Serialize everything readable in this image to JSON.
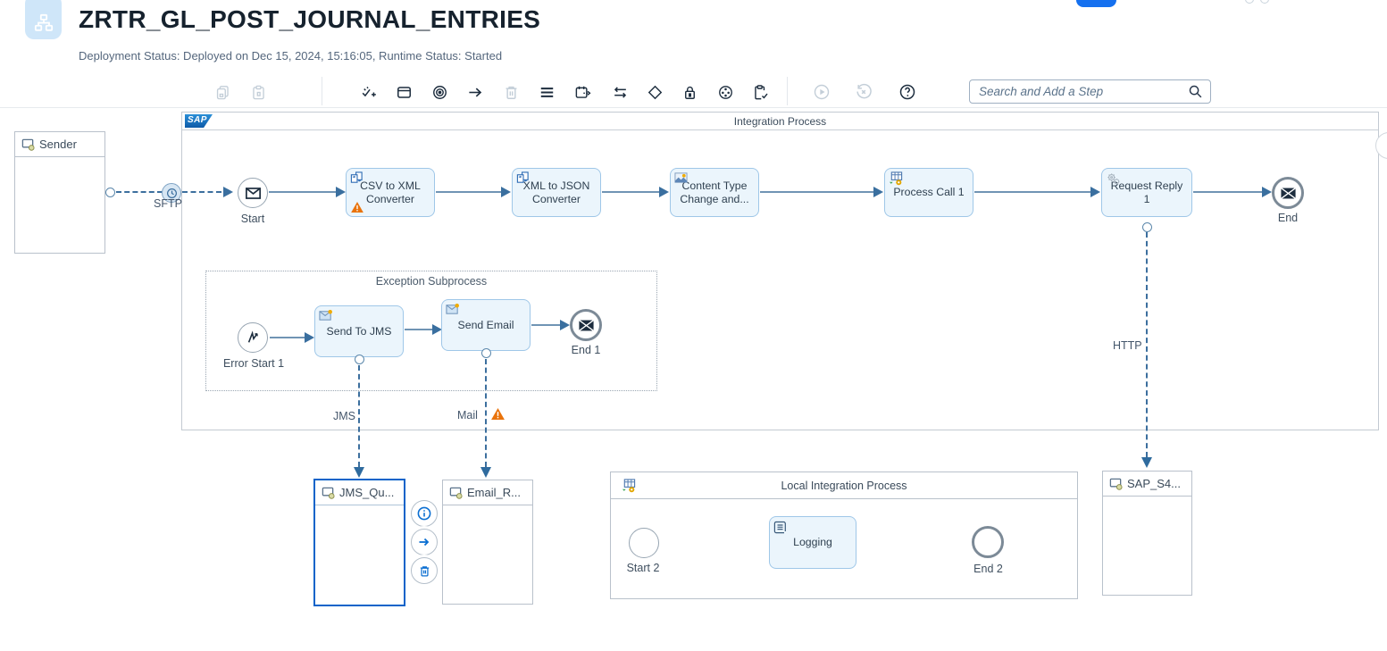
{
  "header": {
    "title": "ZRTR_GL_POST_JOURNAL_ENTRIES",
    "subtitle": "Deployment Status: Deployed on Dec 15, 2024, 15:16:05, Runtime Status: Started"
  },
  "toolbar": {
    "search_placeholder": "Search and Add a Step"
  },
  "pool": {
    "logo_text": "SAP",
    "title": "Integration Process"
  },
  "sender": {
    "label": "Sender"
  },
  "main_flow": {
    "start_label": "Start",
    "step1": "CSV to XML Converter",
    "step2": "XML to JSON Converter",
    "step3": "Content Type Change and...",
    "step4": "Process Call 1",
    "step5": "Request Reply 1",
    "end_label": "End"
  },
  "exception": {
    "title": "Exception Subprocess",
    "error_start_label": "Error Start 1",
    "send_jms_label": "Send To JMS",
    "send_email_label": "Send Email",
    "end_label": "End 1"
  },
  "local_process": {
    "title": "Local Integration Process",
    "start_label": "Start 2",
    "step_label": "Logging",
    "end_label": "End 2"
  },
  "connections": {
    "sftp_label": "SFTP",
    "jms_label": "JMS",
    "mail_label": "Mail",
    "http_label": "HTTP"
  },
  "receivers": {
    "jms_label": "JMS_Qu...",
    "email_label": "Email_R...",
    "s4_label": "SAP_S4..."
  },
  "colors": {
    "accent": "#0a6ed1",
    "warning": "#e9730c",
    "task_fill": "#ebf5fc",
    "message_flow": "#3c6f9e",
    "edit_button": "#1570ef"
  }
}
